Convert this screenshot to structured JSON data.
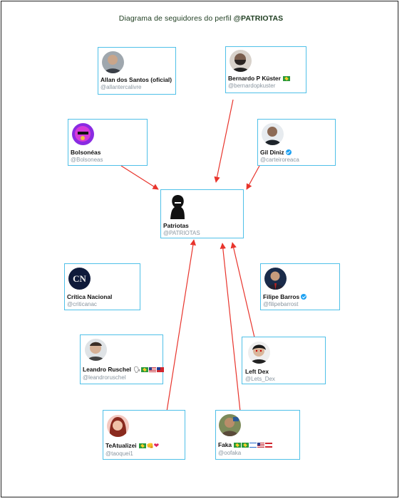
{
  "title": {
    "text": "Diagrama de seguidores do perfil ",
    "highlight": "@PATRIOTAS"
  },
  "colors": {
    "arrow": "#e8342c",
    "card_border": "#4fc0e8",
    "handle": "#8a96a0"
  },
  "center": {
    "name": "Patriotas",
    "handle": "@PATRIOTAS",
    "icon": "bolsonaro-silhouette-icon"
  },
  "followers": [
    {
      "id": "allan",
      "name": "Allan dos Santos (oficial)",
      "handle": "@allantercalivre",
      "icon": "allan-avatar-icon"
    },
    {
      "id": "bernardo",
      "name": "Bernardo P Küster",
      "handle": "@bernardopkuster",
      "icon": "bernardo-avatar-icon",
      "flags": [
        "br"
      ]
    },
    {
      "id": "bolsoneas",
      "name": "Bolsonéas",
      "handle": "@Bolsoneas",
      "icon": "bolsoneas-avatar-icon"
    },
    {
      "id": "gil",
      "name": "Gil Diniz",
      "handle": "@carteiroreaca",
      "icon": "gil-avatar-icon",
      "verified": true
    },
    {
      "id": "critica",
      "name": "Crítica Nacional",
      "handle": "@criticanac",
      "icon": "cn-logo-icon"
    },
    {
      "id": "filipe",
      "name": "Filipe Barros",
      "handle": "@filipebarrost",
      "icon": "filipe-avatar-icon",
      "verified": true
    },
    {
      "id": "leandro",
      "name": "Leandro Ruschel",
      "handle": "@leandroruschel",
      "icon": "leandro-avatar-icon",
      "flags": [
        "br",
        "us",
        "tw"
      ],
      "emoji": "🗣"
    },
    {
      "id": "leftdex",
      "name": "Left Dex",
      "handle": "@Lets_Dex",
      "icon": "leftdex-avatar-icon"
    },
    {
      "id": "teatualizei",
      "name": "TeAtualizei",
      "handle": "@taoquei1",
      "icon": "teatualizei-avatar-icon",
      "flags": [
        "br"
      ],
      "emoji": "👊",
      "heart": "❤"
    },
    {
      "id": "faka",
      "name": "Faka",
      "handle": "@oofaka",
      "icon": "faka-avatar-icon",
      "flags": [
        "br",
        "br",
        "il",
        "us",
        "lb"
      ]
    }
  ]
}
